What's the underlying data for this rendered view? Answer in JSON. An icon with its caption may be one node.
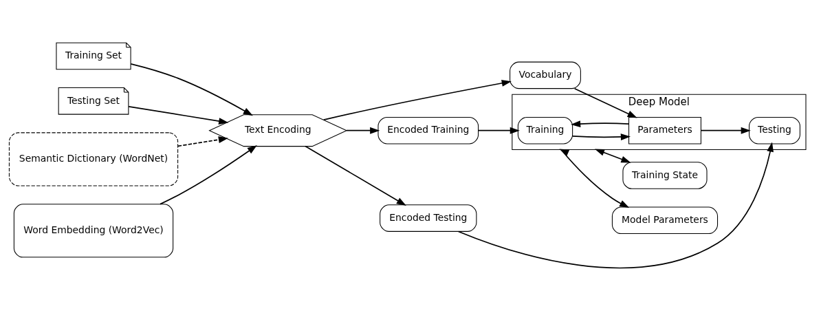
{
  "diagram": {
    "nodes": [
      {
        "text": [
          "Training Set"
        ]
      },
      {
        "text": [
          "Testing Set"
        ]
      },
      {
        "text": [
          "Semantic Dictionary (WordNet)"
        ]
      },
      {
        "text": [
          "Text Encoding"
        ]
      },
      {
        "text": [
          "Word Embedding (Word2Vec)"
        ]
      },
      {
        "text": [
          "Encoded Training"
        ]
      },
      {
        "text": [
          "Vocabulary"
        ]
      },
      {
        "text": [
          "Encoded Testing"
        ]
      },
      {
        "text": [
          "Deep Model"
        ]
      },
      {
        "text": [
          "Training"
        ],
        "in": 8
      },
      {
        "text": [
          "Parameters"
        ],
        "in": 8
      },
      {
        "text": [
          "Testing"
        ],
        "in": 8
      },
      {
        "text": [
          "Training State"
        ]
      },
      {
        "text": [
          "Model Parameters"
        ]
      }
    ],
    "edges": [
      {
        "from": 0,
        "to": 3,
        "arrow": "to"
      },
      {
        "from": 1,
        "to": 3,
        "arrow": "to"
      },
      {
        "from": 2,
        "to": 3,
        "arrow": "to",
        "style": "dashed"
      },
      {
        "from": 4,
        "to": 3,
        "arrow": "to"
      },
      {
        "from": 3,
        "to": 5,
        "arrow": "to"
      },
      {
        "from": 3,
        "to": 6,
        "arrow": "to"
      },
      {
        "from": 3,
        "to": 7,
        "arrow": "to"
      },
      {
        "from": 5,
        "to": 9,
        "arrow": "to"
      },
      {
        "from": 6,
        "to": 10,
        "arrow": "to"
      },
      {
        "from": 7,
        "to": 11,
        "arrow": "to"
      },
      {
        "from": 9,
        "to": 10,
        "arrow": "to"
      },
      {
        "from": 10,
        "to": 9,
        "arrow": "to"
      },
      {
        "from": 10,
        "to": 11,
        "arrow": "to"
      },
      {
        "from": 8,
        "to": 12,
        "arrow": "both"
      },
      {
        "from": 8,
        "to": 13,
        "arrow": "both"
      }
    ]
  }
}
